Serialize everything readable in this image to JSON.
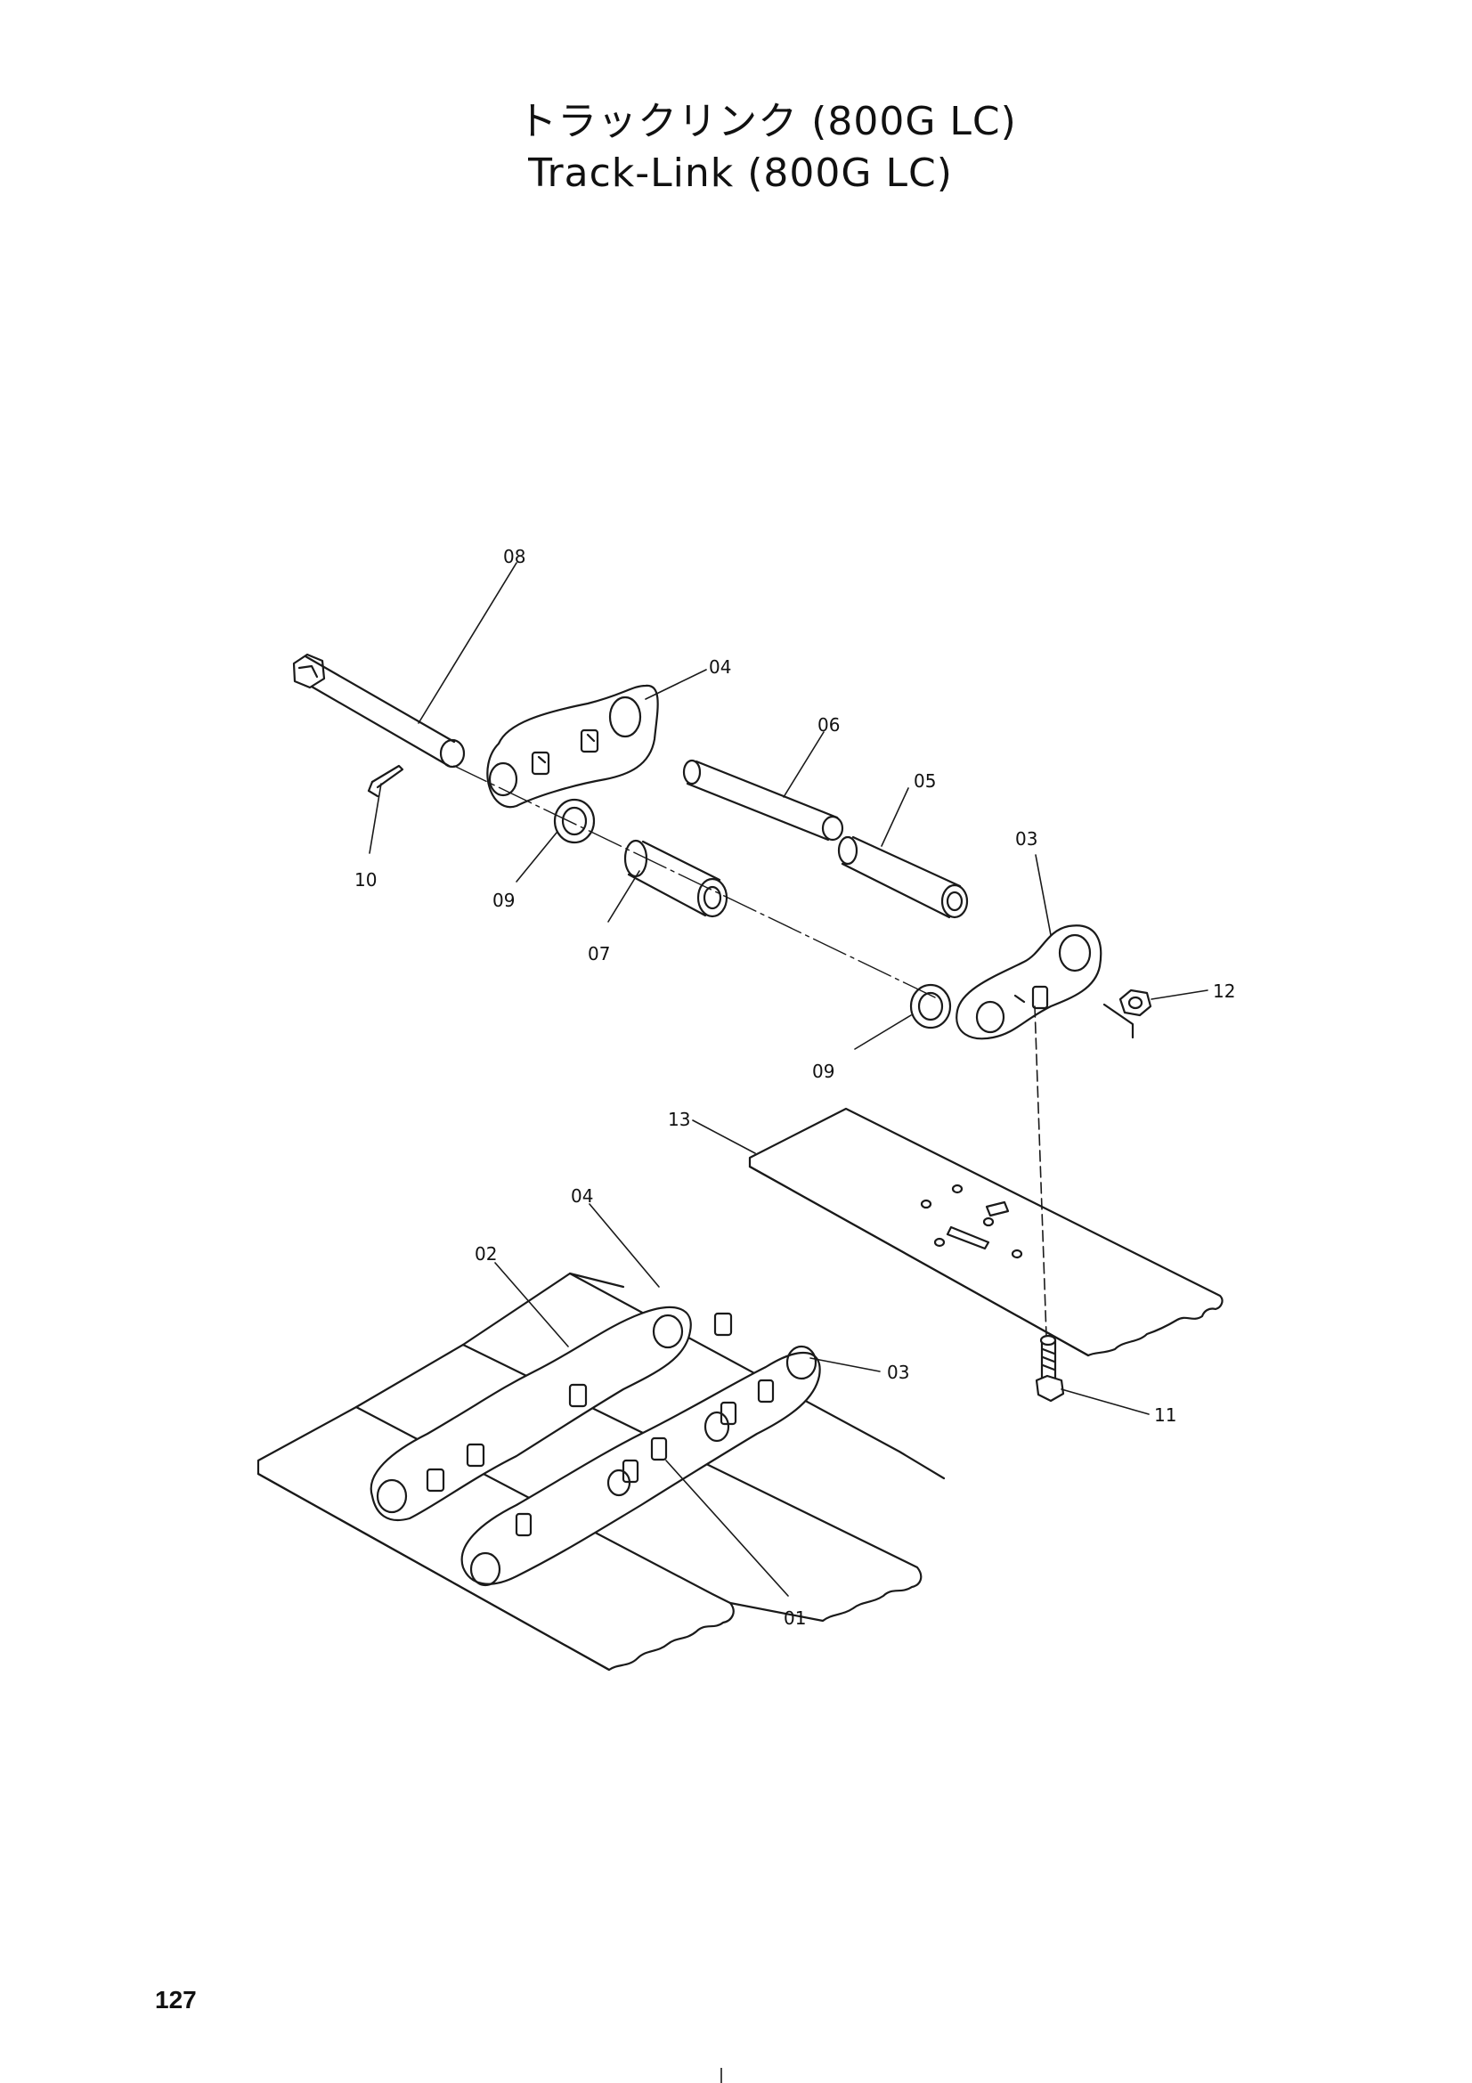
{
  "title": {
    "japanese": "トラックリンク (800G LC)",
    "english": "Track-Link (800G LC)"
  },
  "callouts": {
    "c08": "08",
    "c04_top": "04",
    "c06": "06",
    "c05": "05",
    "c03_top": "03",
    "c10": "10",
    "c09_left": "09",
    "c07": "07",
    "c12": "12",
    "c09_right": "09",
    "c13": "13",
    "c04_bottom": "04",
    "c02": "02",
    "c03_bottom": "03",
    "c11": "11",
    "c01": "01"
  },
  "page_number": "127"
}
